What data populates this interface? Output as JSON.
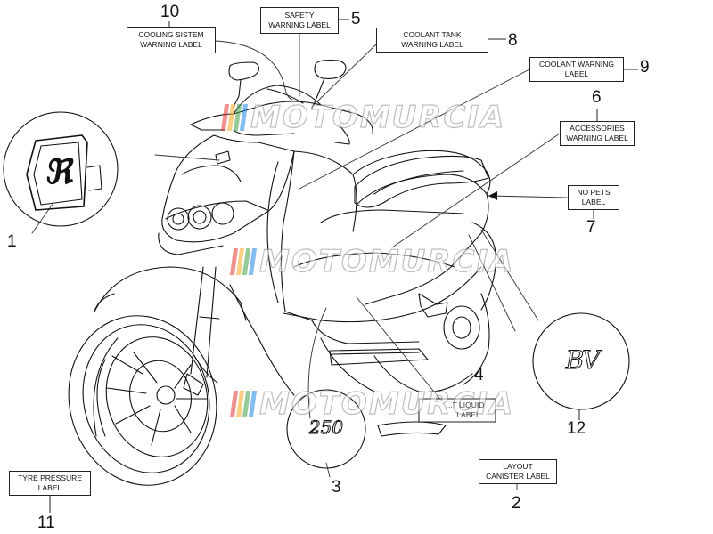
{
  "labels": {
    "l10": {
      "line1": "COOLING SISTEM",
      "line2": "WARNING LABEL"
    },
    "l5": {
      "line1": "SAFETY",
      "line2": "WARNING LABEL"
    },
    "l8": {
      "line1": "COOLANT TANK",
      "line2": "WARNING LABEL"
    },
    "l9": {
      "line1": "COOLANT WARNING",
      "line2": "LABEL"
    },
    "l6": {
      "line1": "ACCESSORIES",
      "line2": "WARNING LABEL"
    },
    "l7": {
      "line1": "NO PETS",
      "line2": "LABEL"
    },
    "l4": {
      "line1": "...T LIQUID",
      "line2": "...LABEL"
    },
    "l2": {
      "line1": "LAYOUT",
      "line2": "CANISTER LABEL"
    },
    "l11": {
      "line1": "TYRE PRESSURE",
      "line2": "LABEL"
    }
  },
  "callouts": {
    "n1": "1",
    "n2": "2",
    "n3": "3",
    "n4": "4",
    "n5": "5",
    "n6": "6",
    "n7": "7",
    "n8": "8",
    "n9": "9",
    "n10": "10",
    "n11": "11",
    "n12": "12"
  },
  "decals": {
    "model_250": "250",
    "bv_logo": "BV"
  },
  "watermark": {
    "text": "MOTOMURCIA",
    "stripe_colors": [
      "#e53935",
      "#f9a825",
      "#43a047",
      "#1e88e5"
    ]
  }
}
